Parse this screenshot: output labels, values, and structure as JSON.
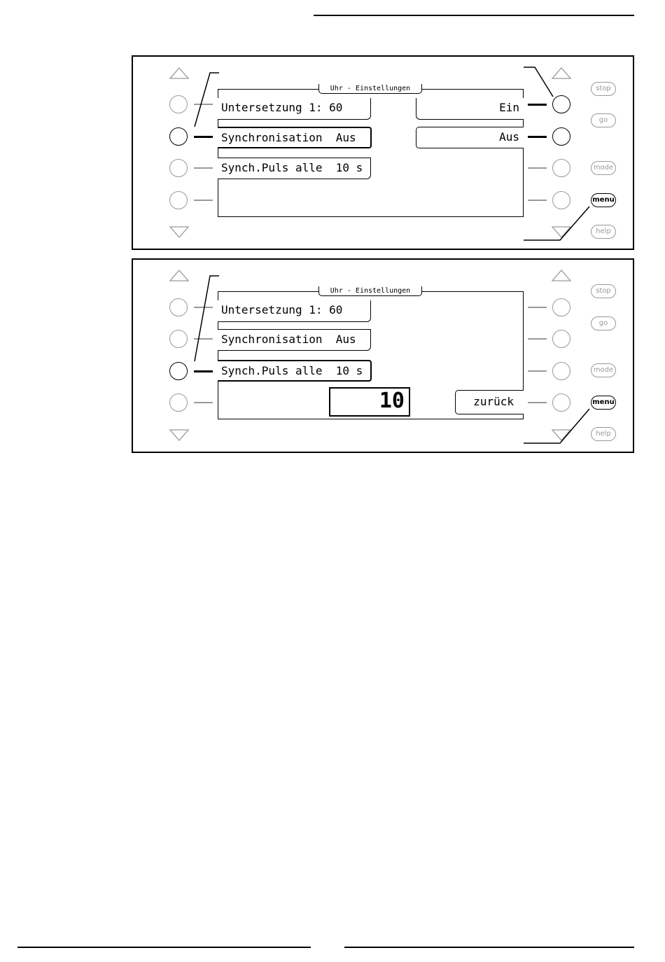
{
  "screen1": {
    "title": "Uhr - Einstellungen",
    "left_items": [
      "Untersetzung 1: 60",
      "Synchronisation  Aus",
      "Synch.Puls alle  10 s"
    ],
    "right_items": [
      "Ein",
      "Aus"
    ]
  },
  "screen2": {
    "title": "Uhr - Einstellungen",
    "left_items": [
      "Untersetzung 1: 60",
      "Synchronisation  Aus",
      "Synch.Puls alle  10 s"
    ],
    "value": "10",
    "back_label": "zurück"
  },
  "buttons": {
    "stop": "stop",
    "go": "go",
    "mode": "mode",
    "menu": "menu",
    "help": "help"
  },
  "icons": [
    "up-arrow-icon",
    "down-arrow-icon"
  ]
}
